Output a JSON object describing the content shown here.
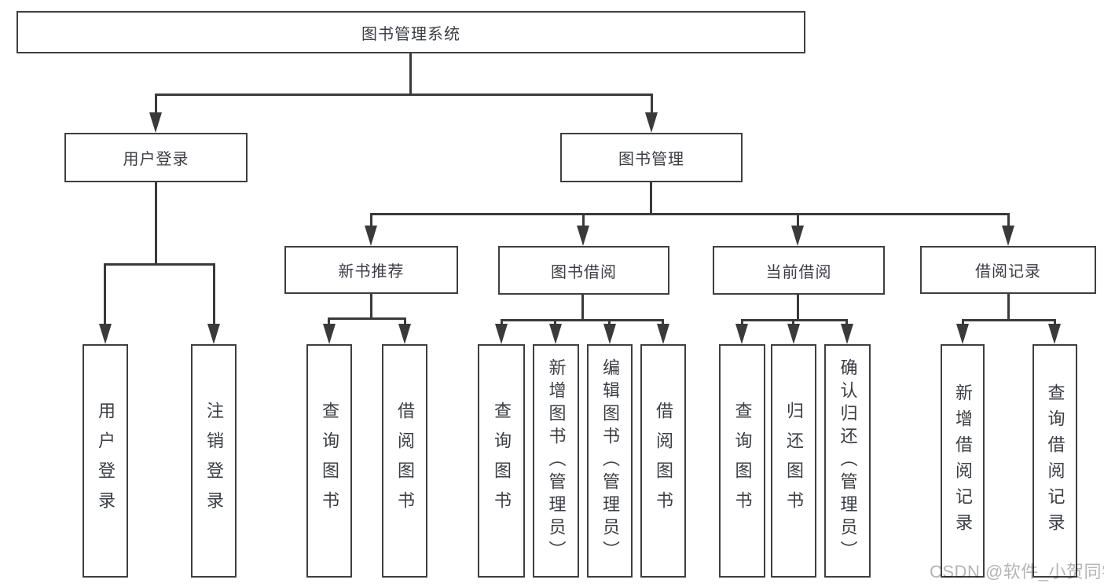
{
  "diagram_title": "图书管理系统",
  "nodes": {
    "root": {
      "label": "图书管理系统"
    },
    "user_login": {
      "label": "用户登录"
    },
    "book_mgmt": {
      "label": "图书管理"
    },
    "new_book": {
      "label": "新书推荐"
    },
    "book_borrow": {
      "label": "图书借阅"
    },
    "current_borrow": {
      "label": "当前借阅"
    },
    "borrow_records": {
      "label": "借阅记录"
    }
  },
  "leaves": [
    {
      "label": "用户登录",
      "parent": "用户登录"
    },
    {
      "label": "注销登录",
      "parent": "用户登录"
    },
    {
      "label": "查询图书",
      "parent": "新书推荐"
    },
    {
      "label": "借阅图书",
      "parent": "新书推荐"
    },
    {
      "label": "查询图书",
      "parent": "图书借阅"
    },
    {
      "label": "新增图书（管理员）",
      "parent": "图书借阅"
    },
    {
      "label": "编辑图书（管理员）",
      "parent": "图书借阅"
    },
    {
      "label": "借阅图书",
      "parent": "图书借阅"
    },
    {
      "label": "查询图书",
      "parent": "当前借阅"
    },
    {
      "label": "归还图书",
      "parent": "当前借阅"
    },
    {
      "label": "确认归还（管理员）",
      "parent": "当前借阅"
    },
    {
      "label": "新增借阅记录",
      "parent": "借阅记录"
    },
    {
      "label": "查询借阅记录",
      "parent": "借阅记录"
    }
  ],
  "watermark": "CSDN @软件_小贺同学",
  "colors": {
    "line": "#3a3a3a",
    "border": "#3f3f3f",
    "text": "#3a3e44",
    "watermark": "#b5b5b5",
    "background": "#ffffff"
  }
}
